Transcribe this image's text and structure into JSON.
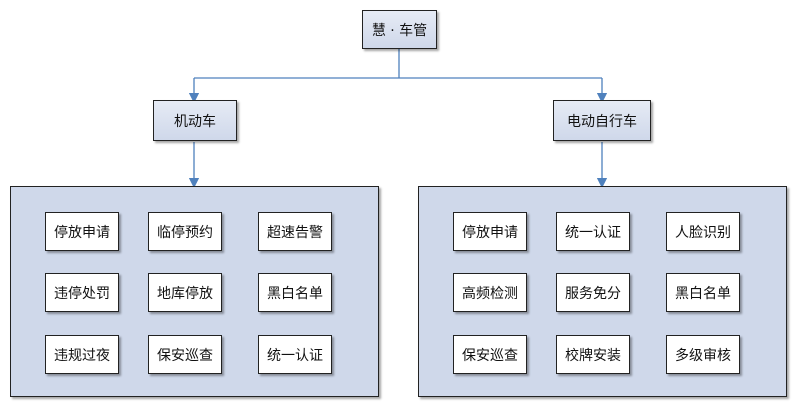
{
  "colors": {
    "edge": "#4f81bd",
    "panel": "#cfd8ea",
    "border": "#222222"
  },
  "root": {
    "label": "慧 · 车管"
  },
  "branches": [
    {
      "label": "机动车",
      "items": [
        "停放申请",
        "临停预约",
        "超速告警",
        "违停处罚",
        "地库停放",
        "黑白名单",
        "违规过夜",
        "保安巡查",
        "统一认证"
      ]
    },
    {
      "label": "电动自行车",
      "items": [
        "停放申请",
        "统一认证",
        "人脸识别",
        "高频检测",
        "服务免分",
        "黑白名单",
        "保安巡查",
        "校牌安装",
        "多级审核"
      ]
    }
  ]
}
